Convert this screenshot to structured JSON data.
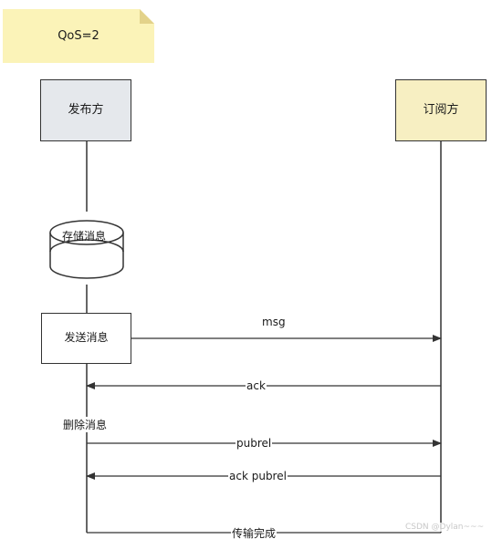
{
  "note": {
    "text": "QoS=2"
  },
  "actors": {
    "publisher": "发布方",
    "subscriber": "订阅方"
  },
  "storage": {
    "label": "存储消息"
  },
  "send_step": {
    "label": "发送消息"
  },
  "delete_step": {
    "label": "删除消息"
  },
  "messages": {
    "msg": "msg",
    "ack": "ack",
    "pubrel": "pubrel",
    "ack_pubrel": "ack pubrel",
    "complete": "传输完成"
  },
  "watermark": "CSDN @Dylan~~~",
  "colors": {
    "note_fill": "#fbf3b8",
    "publisher_fill": "#e5e8ec",
    "subscriber_fill": "#f7efc2",
    "line": "#333333"
  }
}
